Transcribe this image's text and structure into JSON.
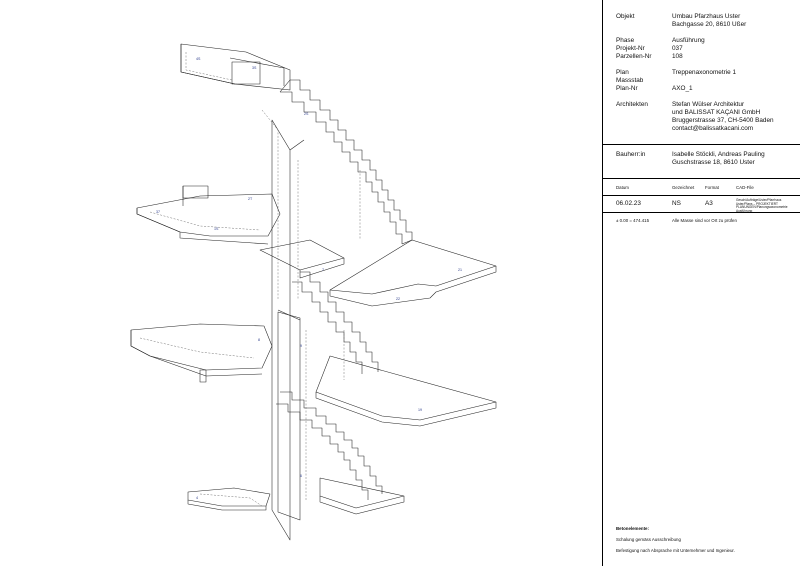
{
  "title_block": {
    "objekt_label": "Objekt",
    "objekt_line1": "Umbau Pfarzhaus Uster",
    "objekt_line2": "Bachgasse 20, 8610 Ußer",
    "phase_label": "Phase",
    "phase_value": "Ausführung",
    "projekt_label": "Projekt-Nr",
    "projekt_value": "037",
    "parzellen_label": "Parzellen-Nr",
    "parzellen_value": "108",
    "plan_label": "Plan",
    "plan_value": "Treppenaxonometrie 1",
    "massstab_label": "Massstab",
    "plannr_label": "Plan-Nr",
    "plannr_value": "AXO_1",
    "architekten_label": "Architekten",
    "arch_line1": "Stefan Wülser Architektur",
    "arch_line2": "und BALISSAT KAÇANI GmbH",
    "arch_line3": "Bruggerstrasse 37, CH-5400 Baden",
    "arch_line4": "contact@balissatkacani.com",
    "bauherr_label": "Bauherr:in",
    "bauherr_line1": "Isabelle Stöckli, Andreas Pauling",
    "bauherr_line2": "Guschstrasse 18, 8610 Uster",
    "datum_label": "Datum",
    "gezeichnet_label": "Gezeichnet",
    "format_label": "Format",
    "cad_label": "CAD-File",
    "datum_value": "06.02.23",
    "gezeichnet_value": "NS",
    "format_value": "A3",
    "cad_value": "Gesch/Aufträge/Uster/Pfarrhaus Uster/Plans – PROJEKTIERT PLANUNGEN/Planungsaxonometrie Ausführung",
    "hoehe_note": "± 0.00 = 474.415",
    "masse_note": "Alle Masse sind vor Ort zu prüfen",
    "beton_title": "Betonelemente:",
    "beton_line1": "Schalung gemäss Ausschreibung",
    "beton_line2": "Befestigung nach Absprache mit Unternehmer und Ingenieur."
  },
  "drawing": {
    "landing_labels": [
      "4S",
      "3S",
      "2S",
      "37",
      "2T",
      "21",
      "22",
      "1S",
      "19",
      "9",
      "8",
      "7",
      "6",
      "4"
    ]
  },
  "colors": {
    "line": "#222222",
    "hidden": "#555555",
    "text_blue": "#2a3a8a"
  }
}
